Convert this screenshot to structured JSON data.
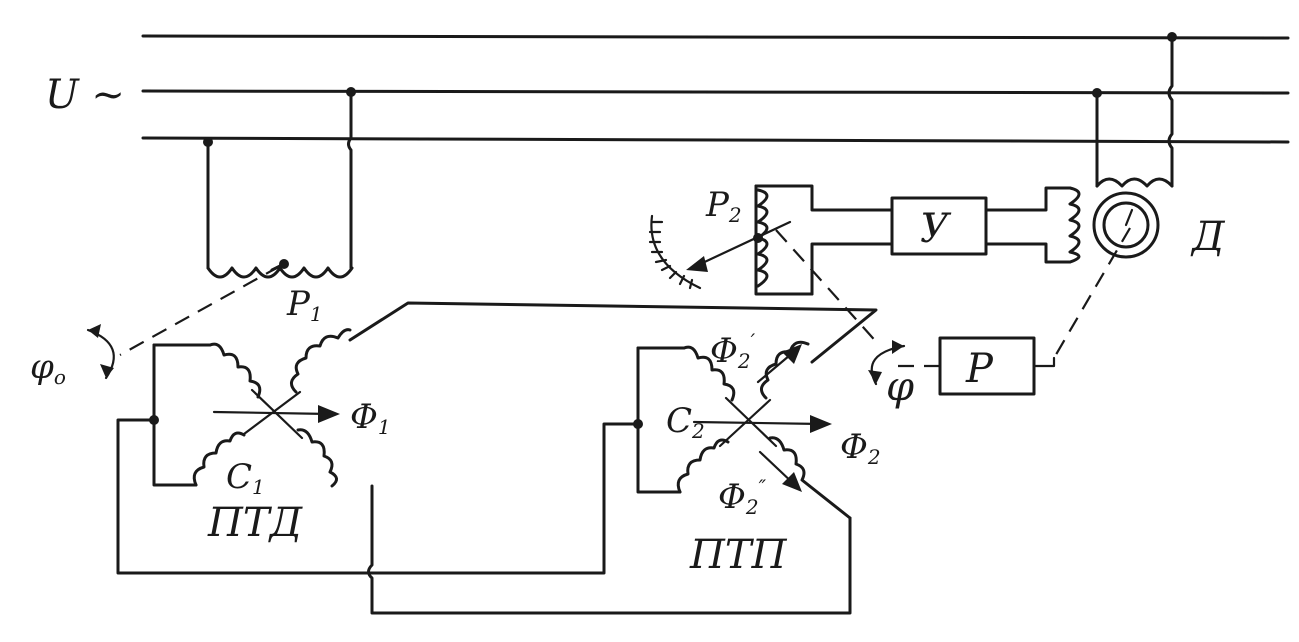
{
  "labels": {
    "supply": "U ~",
    "p1": "P",
    "p1_sub": "1",
    "p2": "P",
    "p2_sub": "2",
    "phi0": "φ",
    "phi0_sub": "o",
    "phi": "φ",
    "c1": "C",
    "c1_sub": "1",
    "c2": "C",
    "c2_sub": "2",
    "f1": "Φ",
    "f1_sub": "1",
    "f2": "Φ",
    "f2_sub": "2",
    "f2p": "Φ",
    "f2p_sub": "2",
    "f2p_mark": "′",
    "f2pp": "Φ",
    "f2pp_sub": "2",
    "f2pp_mark": "″",
    "ptd": "ПТД",
    "ptp": "ПТП",
    "d": "Д",
    "u_box": "У",
    "r_box": "P"
  }
}
